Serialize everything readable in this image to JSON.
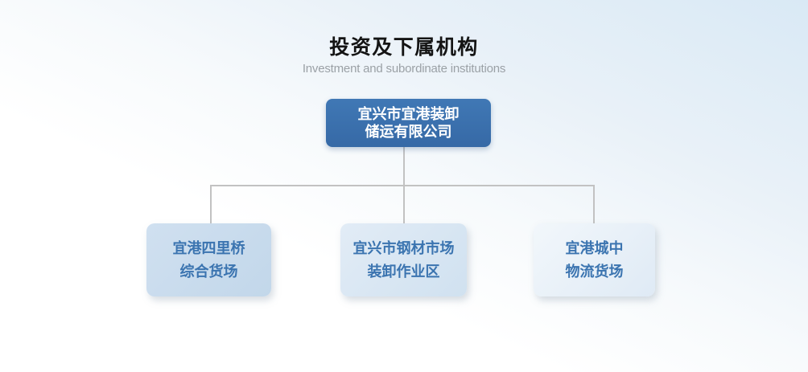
{
  "header": {
    "title": "投资及下属机构",
    "subtitle": "Investment and subordinate institutions"
  },
  "chart": {
    "type": "org-tree",
    "root": {
      "label": "宜兴市宜港装卸储运有限公司",
      "lines": [
        "宜兴市宜港装卸",
        "储运有限公司"
      ]
    },
    "children": [
      {
        "label": "宜港四里桥综合货场",
        "lines": [
          "宜港四里桥",
          "综合货场"
        ]
      },
      {
        "label": "宜兴市钢材市场装卸作业区",
        "lines": [
          "宜兴市钢材市场",
          "装卸作业区"
        ]
      },
      {
        "label": "宜港城中物流货场",
        "lines": [
          "宜港城中",
          "物流货场"
        ]
      }
    ]
  },
  "colors": {
    "root_box_fill": "#3b72ae",
    "root_box_text": "#ffffff",
    "child_box_text": "#3b74b0",
    "child_fill_left": "#c6d9ec",
    "child_fill_middle": "#d9e6f3",
    "child_fill_right": "#e9f1f8",
    "connector_line": "#c2c2c2",
    "title_text": "#141414",
    "subtitle_text": "#9ba1a6",
    "background_top_right": "#d9e9f5",
    "background_bottom": "#ffffff"
  }
}
